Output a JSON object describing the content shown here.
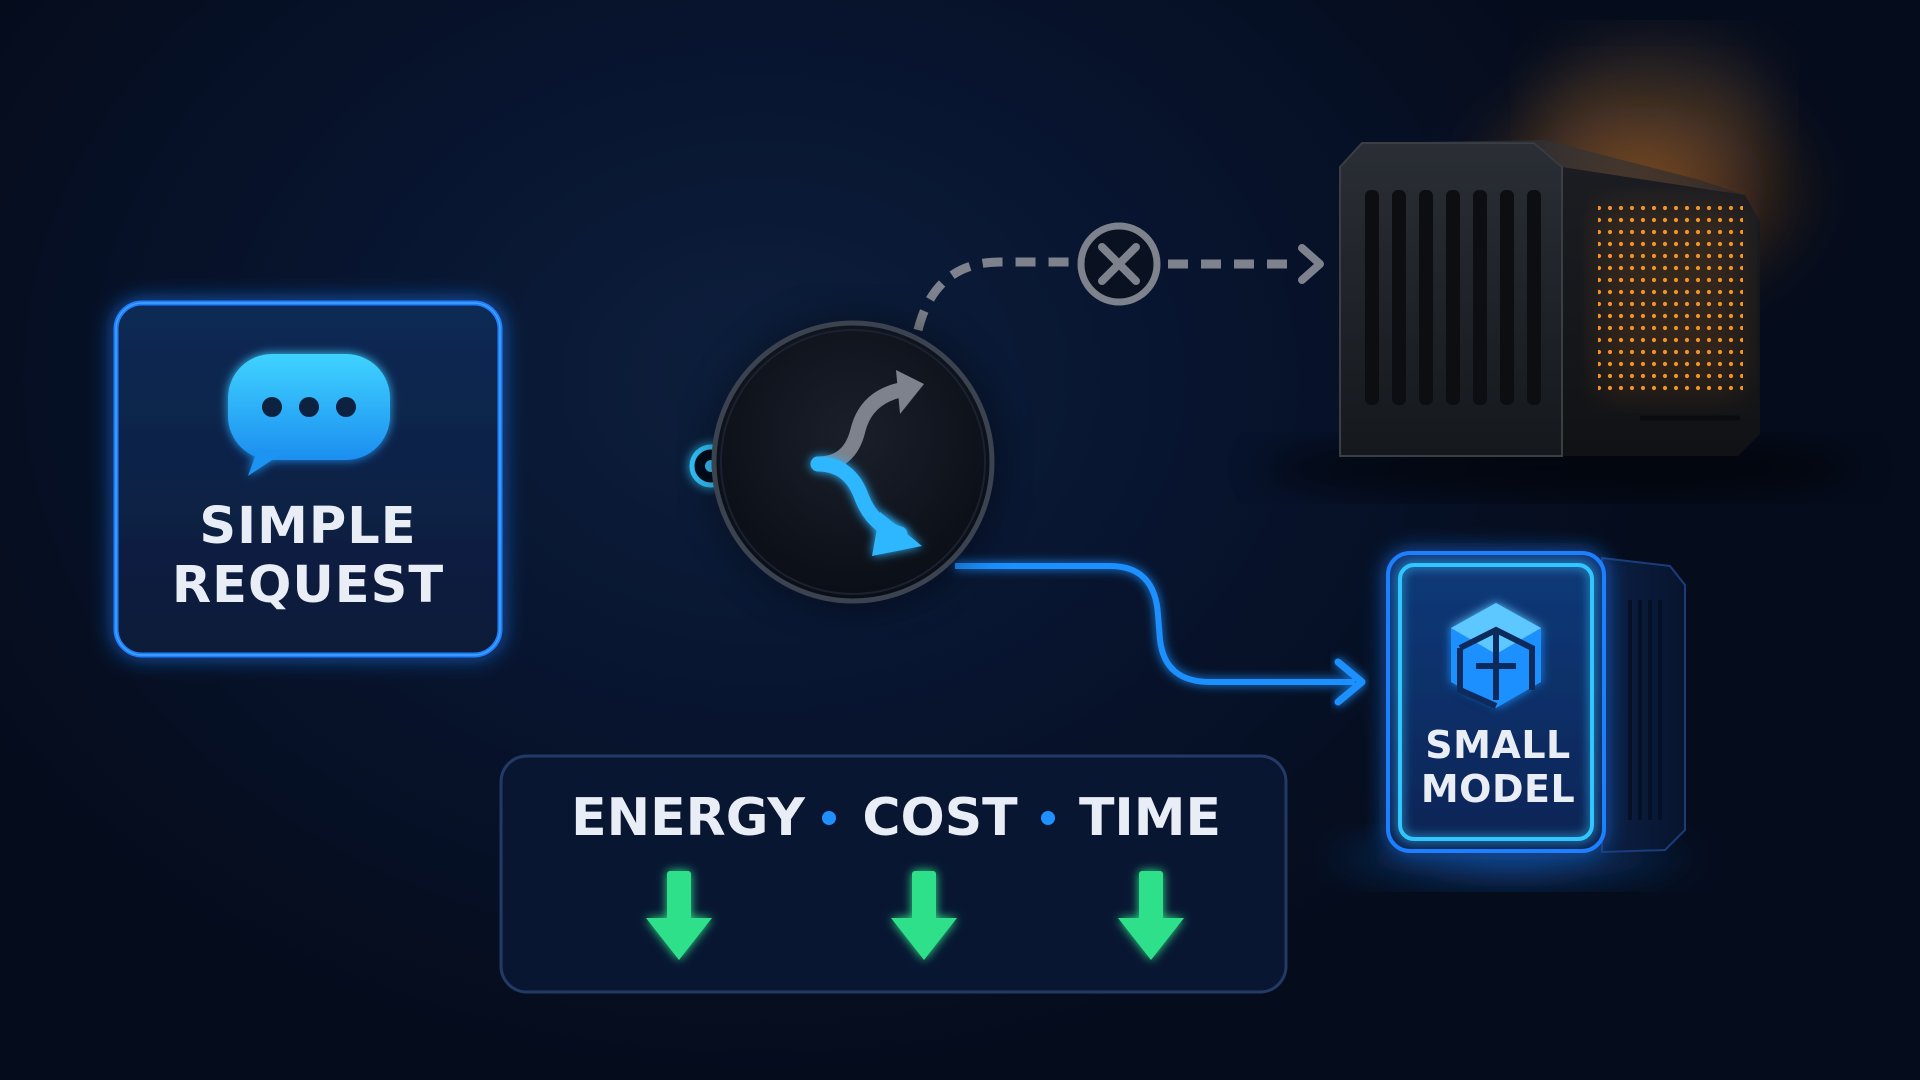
{
  "simple_request": {
    "label_line1": "SIMPLE",
    "label_line2": "REQUEST",
    "icon": "chat-bubble-icon"
  },
  "router": {
    "icon": "branch-split-icon"
  },
  "blocked_route": {
    "icon": "x-circle-icon"
  },
  "large_model": {
    "icon": "server-hardware-icon"
  },
  "small_model": {
    "label_line1": "SMALL",
    "label_line2": "MODEL",
    "icon": "cube-network-icon"
  },
  "metrics": {
    "energy": "ENERGY",
    "cost": "COST",
    "time": "TIME",
    "indicator_icon": "arrow-down-icon"
  },
  "colors": {
    "accent_blue": "#1e90ff",
    "cyan": "#33c6ff",
    "indicator_green": "#2fe08a",
    "heat_orange": "#ff8a1c",
    "muted_gray": "#7d828c"
  }
}
